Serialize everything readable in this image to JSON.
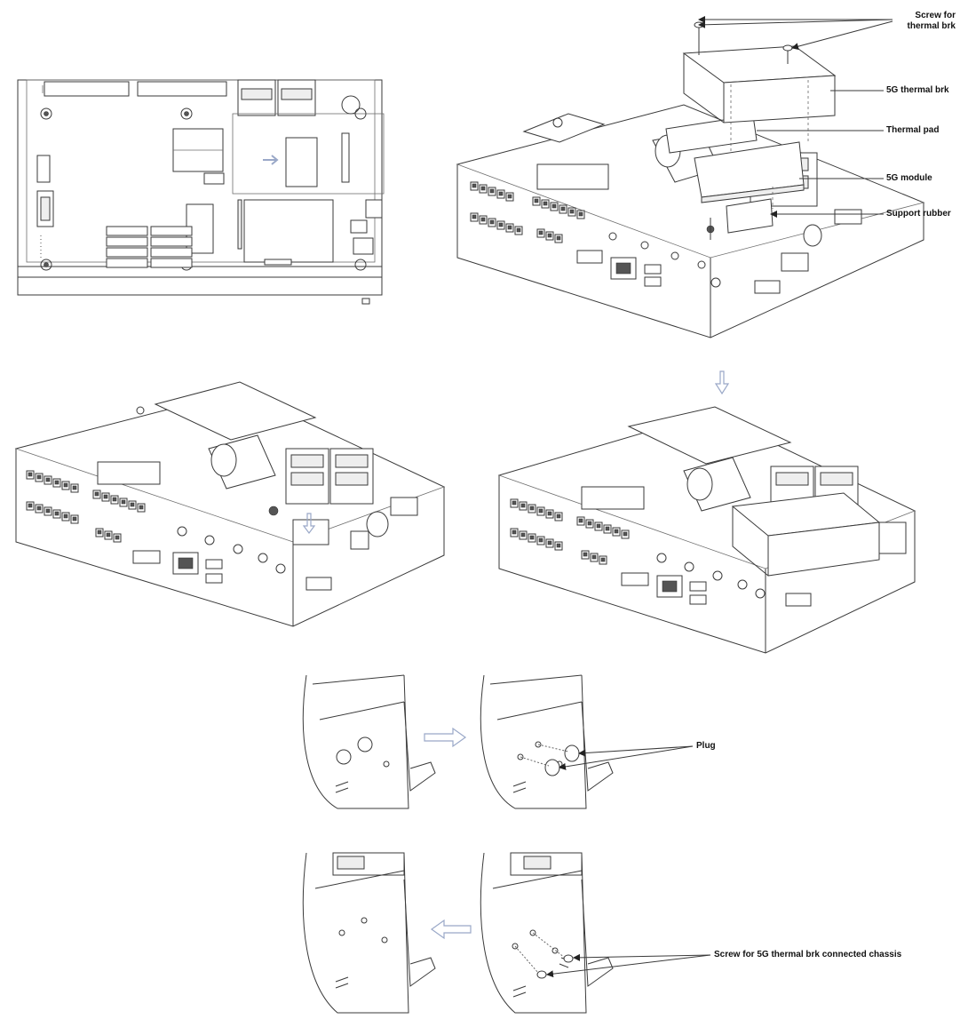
{
  "labels": {
    "screw_for_thermal_brk": "Screw for thermal brk",
    "thermal_brk_5g": "5G thermal brk",
    "thermal_pad": "Thermal pad",
    "module_5g": "5G module",
    "support_rubber": "Support rubber",
    "plug": "Plug",
    "screw_chassis": "Screw for 5G thermal brk connected chassis"
  },
  "colors": {
    "line": "#3a3a3a",
    "arrow": "#9aa8c8",
    "text": "#111111"
  }
}
